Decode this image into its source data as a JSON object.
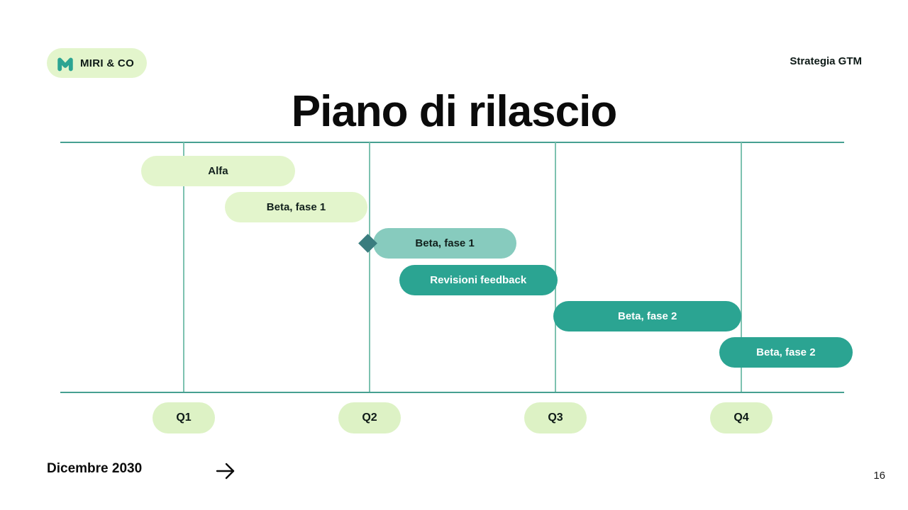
{
  "slide": {
    "logo_text": "MIRI & CO",
    "header_tag": "Strategia GTM",
    "title": "Piano di rilascio",
    "footer_date": "Dicembre 2030",
    "page_number": "16"
  },
  "colors": {
    "light_green": "#e3f5cc",
    "mid_teal": "#87cbbe",
    "teal": "#2ba492",
    "dark_teal_diamond": "#3a7d7f",
    "grid_horizontal": "#46a091",
    "grid_vertical": "#7dc2b0",
    "text_dark": "#0e1a17",
    "text_on_teal": "#ffffff"
  },
  "icons": {
    "logo": "m-monogram",
    "footer": "arrow-right"
  },
  "chart_data": {
    "type": "bar",
    "variant": "gantt-timeline",
    "title": "Piano di rilascio",
    "categories": [
      "Q1",
      "Q2",
      "Q3",
      "Q4"
    ],
    "axis_unit": "quarters (0 = start of Q1)",
    "x_range": [
      -0.16,
      4.22
    ],
    "grid": "vertical lines centered on each quarter label",
    "legend_position": "none",
    "tasks": [
      {
        "label": "Alfa",
        "row": 0,
        "start": 0.27,
        "end": 1.1,
        "style": "light"
      },
      {
        "label": "Beta, fase 1",
        "row": 1,
        "start": 0.72,
        "end": 1.49,
        "style": "light"
      },
      {
        "label": "Beta, fase 1",
        "row": 2,
        "start": 1.52,
        "end": 2.29,
        "style": "mid"
      },
      {
        "label": "Revisioni feedback",
        "row": 3,
        "start": 1.66,
        "end": 2.51,
        "style": "dark"
      },
      {
        "label": "Beta, fase 2",
        "row": 4,
        "start": 2.49,
        "end": 3.5,
        "style": "dark"
      },
      {
        "label": "Beta, fase 2",
        "row": 5,
        "start": 3.38,
        "end": 4.1,
        "style": "dark"
      }
    ],
    "milestones": [
      {
        "row": 2,
        "at": 1.49,
        "shape": "diamond"
      }
    ]
  }
}
